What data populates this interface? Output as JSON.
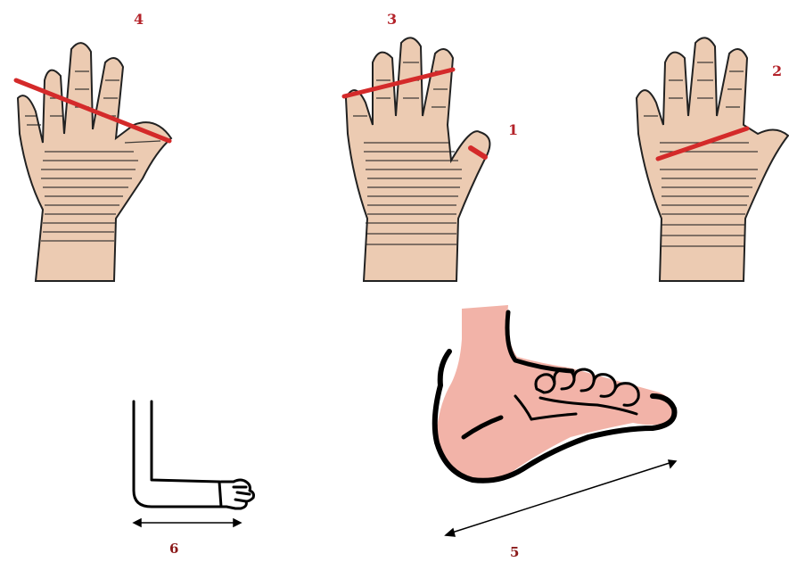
{
  "labels": {
    "hand_left": "4",
    "hand_middle_top": "3",
    "hand_middle_thumb": "1",
    "hand_right": "2",
    "foot": "5",
    "arm": "6"
  },
  "colors": {
    "measure_line": "#d42a2a",
    "skin": "#eccbb2",
    "foot_skin": "#f2b3a8",
    "ink": "#000000"
  }
}
